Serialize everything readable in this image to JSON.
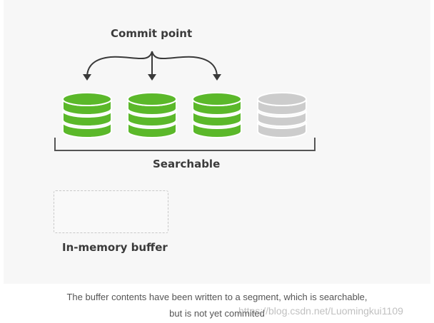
{
  "diagram": {
    "commit_label": "Commit point",
    "searchable_label": "Searchable",
    "buffer_label": "In-memory buffer",
    "segments": [
      {
        "state": "committed",
        "color": "#5bb82a"
      },
      {
        "state": "committed",
        "color": "#5bb82a"
      },
      {
        "state": "committed",
        "color": "#5bb82a"
      },
      {
        "state": "uncommitted",
        "color": "#cccccc"
      }
    ]
  },
  "caption": {
    "line1": "The buffer contents have been written to a segment, which is searchable,",
    "line2": "but is not yet commited"
  },
  "watermark": "https://blog.csdn.net/Luomingkui1109"
}
